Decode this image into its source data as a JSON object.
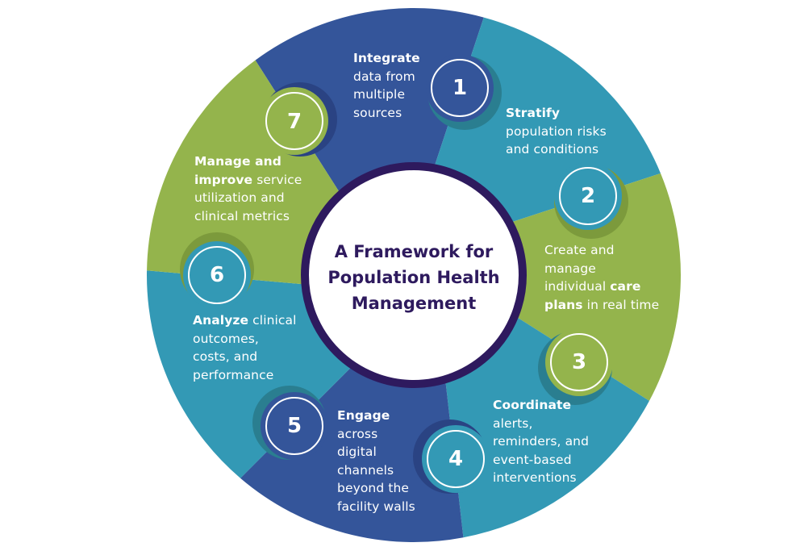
{
  "title": {
    "line1": "A Framework for",
    "line2": "Population Health",
    "line3": "Management"
  },
  "colors": {
    "blue": "#34559a",
    "teal": "#3399b5",
    "green": "#94b44c",
    "ring": "#2e1a5e",
    "blue_shadow": "#2a4383",
    "teal_shadow": "#2a7e90",
    "green_shadow": "#7c9a3c"
  },
  "steps": [
    {
      "number": "1",
      "color": "blue",
      "bold": "Integrate",
      "lines": [
        "data from",
        "multiple",
        "sources"
      ]
    },
    {
      "number": "2",
      "color": "teal",
      "bold": "Stratify",
      "lines": [
        "population risks",
        "and conditions"
      ]
    },
    {
      "number": "3",
      "color": "green",
      "lines_html": [
        "Create and",
        "manage"
      ],
      "line3_pre": "individual ",
      "line3_bold": "care",
      "line4_bold": "plans",
      "line4_post": " in real time"
    },
    {
      "number": "4",
      "color": "teal",
      "bold": "Coordinate",
      "lines": [
        "alerts,",
        "reminders, and",
        "event-based",
        "interventions"
      ]
    },
    {
      "number": "5",
      "color": "blue",
      "bold": "Engage",
      "lines": [
        "across",
        "digital",
        "channels",
        "beyond the",
        "facility walls"
      ]
    },
    {
      "number": "6",
      "color": "teal",
      "bold": "Analyze",
      "post": " clinical",
      "lines": [
        "outcomes,",
        "costs, and",
        "performance"
      ]
    },
    {
      "number": "7",
      "color": "green",
      "bold": "Manage and",
      "bold2": "improve",
      "post2": " service",
      "lines": [
        "utilization and",
        "clinical metrics"
      ]
    }
  ]
}
